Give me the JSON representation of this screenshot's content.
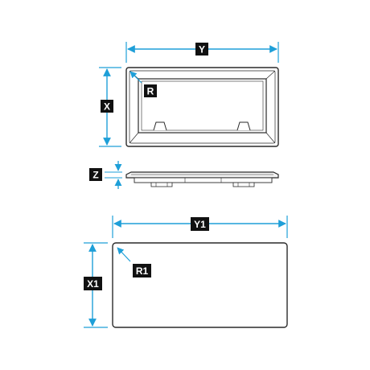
{
  "diagram": {
    "labels": {
      "width": "Y",
      "height": "X",
      "corner_radius": "R",
      "depth": "Z",
      "cutout_width": "Y1",
      "cutout_height": "X1",
      "cutout_radius": "R1"
    },
    "colors": {
      "dimension_line": "#1e9fd8",
      "label_background": "#111111",
      "label_text": "#ffffff",
      "outline": "#2a2a2a",
      "frame_fill": "#f2f2f2",
      "background": "#ffffff"
    }
  }
}
